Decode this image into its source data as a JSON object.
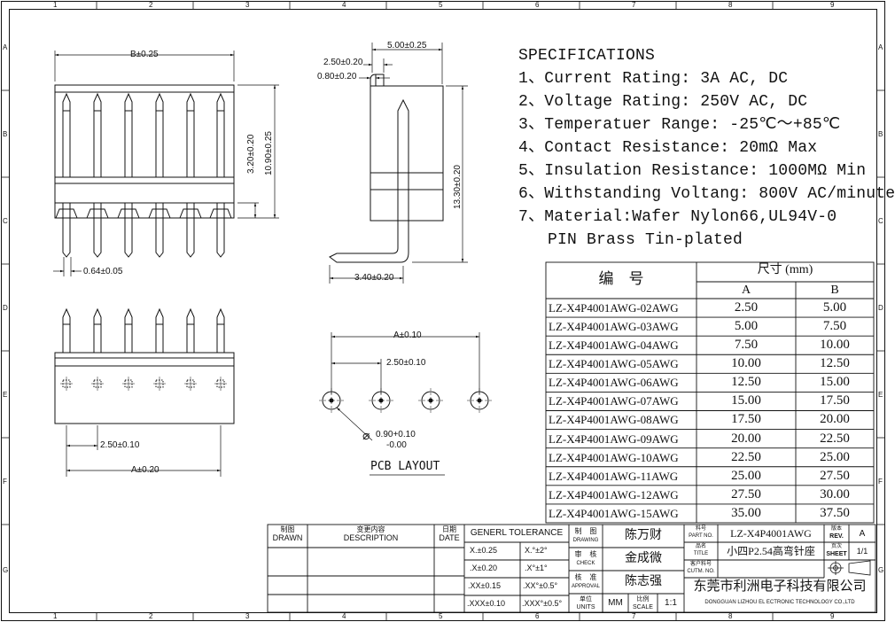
{
  "border_refs": {
    "columns": [
      "1",
      "2",
      "3",
      "4",
      "5",
      "6",
      "7",
      "8",
      "9"
    ],
    "rows": [
      "A",
      "B",
      "C",
      "D",
      "E",
      "F",
      "G"
    ]
  },
  "specifications": {
    "title": "SPECIFICATIONS",
    "items": [
      "1、Current Rating: 3A AC, DC",
      "2、Voltage Rating: 250V AC, DC",
      "3、Temperatuer Range: -25℃～+85℃",
      "4、Contact Resistance: 20mΩ Max",
      "5、Insulation Resistance: 1000MΩ Min",
      "6、Withstanding Voltang: 800V AC/minute",
      "7、Material:Wafer Nylon66,UL94V-0",
      "   PIN Brass Tin-plated"
    ]
  },
  "front_view": {
    "dim_b": "B±0.25",
    "dim_320": "3.20±0.20",
    "dim_1090": "10.90±0.25",
    "dim_064": "0.64±0.05"
  },
  "side_view": {
    "dim_500": "5.00±0.25",
    "dim_250": "2.50±0.20",
    "dim_080": "0.80±0.20",
    "dim_1330": "13.30±0.20",
    "dim_340": "3.40±0.20"
  },
  "top_view": {
    "dim_pitch": "2.50±0.10",
    "dim_a": "A±0.20"
  },
  "pcb_layout": {
    "dim_a": "A±0.10",
    "dim_pitch": "2.50±0.10",
    "dim_hole_a": "0.90+0.10",
    "dim_hole_b": "-0.00",
    "title": "PCB LAYOUT"
  },
  "dimension_table": {
    "header_part": "编    号",
    "header_size": "尺寸 (mm)",
    "col_a": "A",
    "col_b": "B",
    "rows": [
      {
        "part": "LZ-X4P4001AWG-02AWG",
        "a": "2.50",
        "b": "5.00"
      },
      {
        "part": "LZ-X4P4001AWG-03AWG",
        "a": "5.00",
        "b": "7.50"
      },
      {
        "part": "LZ-X4P4001AWG-04AWG",
        "a": "7.50",
        "b": "10.00"
      },
      {
        "part": "LZ-X4P4001AWG-05AWG",
        "a": "10.00",
        "b": "12.50"
      },
      {
        "part": "LZ-X4P4001AWG-06AWG",
        "a": "12.50",
        "b": "15.00"
      },
      {
        "part": "LZ-X4P4001AWG-07AWG",
        "a": "15.00",
        "b": "17.50"
      },
      {
        "part": "LZ-X4P4001AWG-08AWG",
        "a": "17.50",
        "b": "20.00"
      },
      {
        "part": "LZ-X4P4001AWG-09AWG",
        "a": "20.00",
        "b": "22.50"
      },
      {
        "part": "LZ-X4P4001AWG-10AWG",
        "a": "22.50",
        "b": "25.00"
      },
      {
        "part": "LZ-X4P4001AWG-11AWG",
        "a": "25.00",
        "b": "27.50"
      },
      {
        "part": "LZ-X4P4001AWG-12AWG",
        "a": "27.50",
        "b": "30.00"
      },
      {
        "part": "LZ-X4P4001AWG-15AWG",
        "a": "35.00",
        "b": "37.50"
      }
    ]
  },
  "title_block": {
    "drawn_cn": "制图",
    "drawn_en": "DRAWN",
    "desc_cn": "变更内容",
    "desc_en": "DESCRIPTION",
    "date_cn": "日期",
    "date_en": "DATE",
    "tolerance_title": "GENERL TOLERANCE",
    "tol": [
      [
        "X.±0.25",
        "X.°±2°"
      ],
      [
        ".X±0.20",
        ".X°±1°"
      ],
      [
        ".XX±0.15",
        ".XX°±0.5°"
      ],
      [
        ".XXX±0.10",
        ".XXX°±0.5°"
      ]
    ],
    "drawing_cn": "制    图",
    "drawing_en": "DRAWING",
    "drawing_name": "陈万财",
    "check_cn": "审    核",
    "check_en": "CHECK",
    "check_name": "金成微",
    "approval_cn": "核    准",
    "approval_en": "APPROVAL",
    "approval_name": "陈志强",
    "units_cn": "单位",
    "units_en": "UNITS",
    "units_val": "MM",
    "scale_cn": "比例",
    "scale_en": "SCALE",
    "scale_val": "1:1",
    "partno_cn": "料号",
    "partno_en": "PART NO.",
    "partno_val": "LZ-X4P4001AWG",
    "title_cn": "品名",
    "title_en": "TITLE",
    "title_val": "小四P2.54高弯针座",
    "custno_cn": "客户料号",
    "custno_en": "CUTM. NO.",
    "rev_cn": "版本",
    "rev_en": "REV.",
    "rev_val": "A",
    "sheet_cn": "页次",
    "sheet_en": "SHEET",
    "sheet_val": "1/1",
    "company_cn": "东莞市利洲电子科技有限公司",
    "company_en": "DONGGUAN LIZHOU EL ECTRONIC TECHNOLOGY CO.,LTD"
  }
}
